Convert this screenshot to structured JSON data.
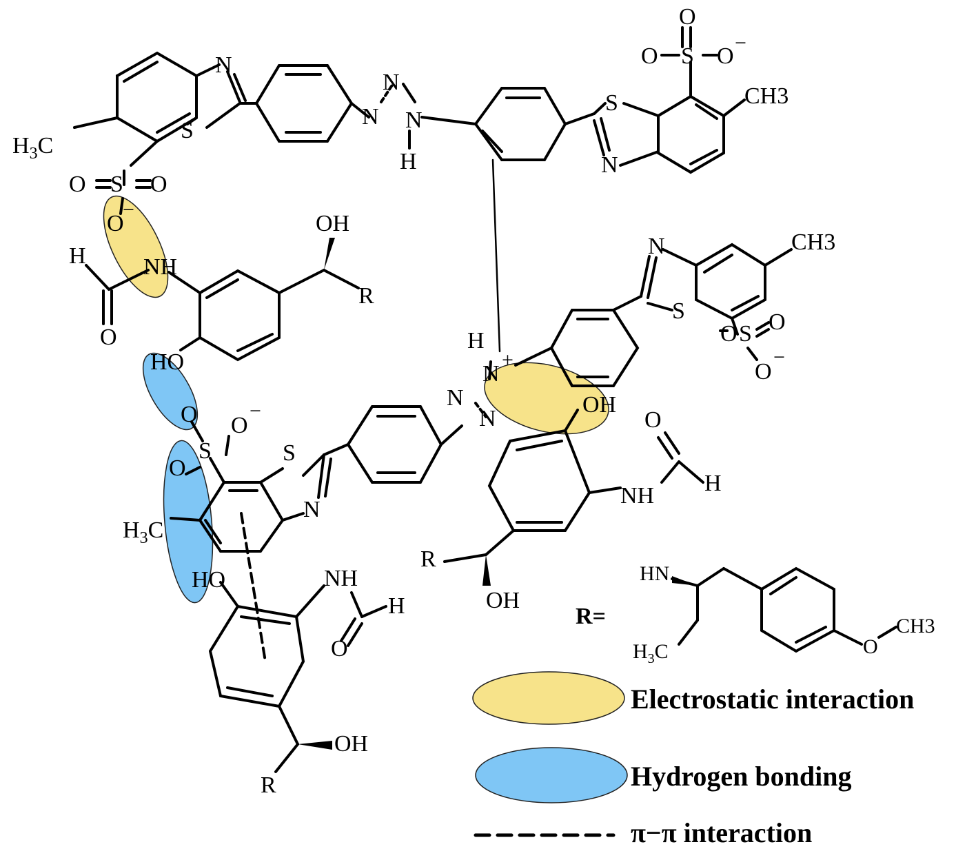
{
  "colors": {
    "electrostatic": "#f7e38a",
    "hydrogen_bond": "#7fc6f5",
    "outline": "#222222",
    "heteroatom_O": "#e8141b",
    "heteroatom_N": "#1a1ad6",
    "bond": "#000000"
  },
  "atoms": {
    "N": "N",
    "S": "S",
    "H": "H",
    "O": "O",
    "R": "R",
    "OH": "OH",
    "HO": "HO",
    "NH": "NH",
    "HN": "HN",
    "CH3": "CH3",
    "H3C": "H3C",
    "H3C_sub": "H",
    "three": "3",
    "C": "C",
    "minus": "−",
    "plus": "+",
    "R_eq": "R="
  },
  "legend": {
    "electrostatic_label": "Electrostatic interaction",
    "hydrogen_label": "Hydrogen bonding",
    "pi_label": "π−π interaction"
  }
}
